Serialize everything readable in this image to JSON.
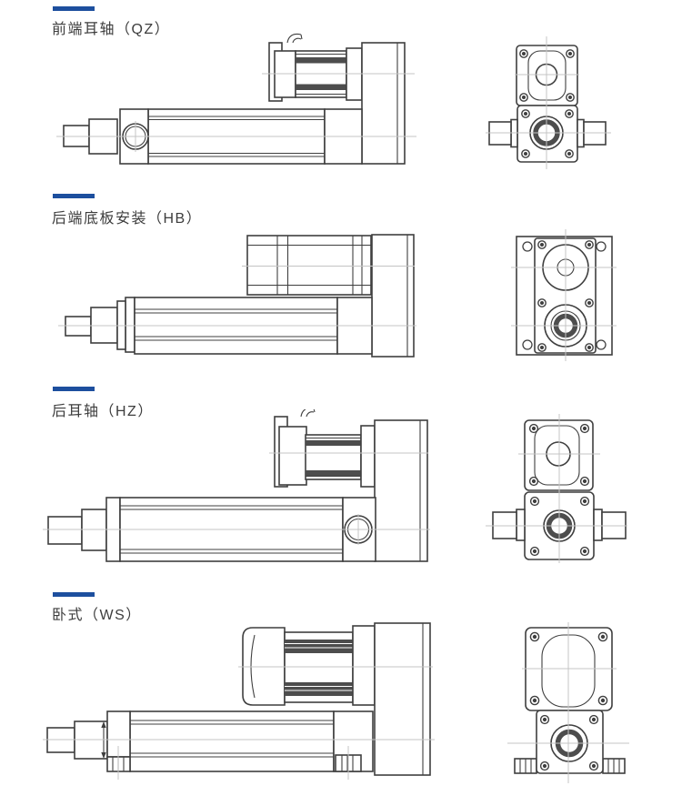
{
  "page": {
    "background": "#ffffff"
  },
  "style": {
    "accent_color": "#1d4f9e",
    "line_color": "#3f3f3f",
    "centerline_color": "#c4c4c4",
    "hatch_color": "#4d4d4d"
  },
  "sections": [
    {
      "code": "QZ",
      "label": "前端耳轴（QZ）"
    },
    {
      "code": "HB",
      "label": "后端底板安装（HB）"
    },
    {
      "code": "HZ",
      "label": "后耳轴（HZ）"
    },
    {
      "code": "WS",
      "label": "卧式（WS）"
    }
  ]
}
